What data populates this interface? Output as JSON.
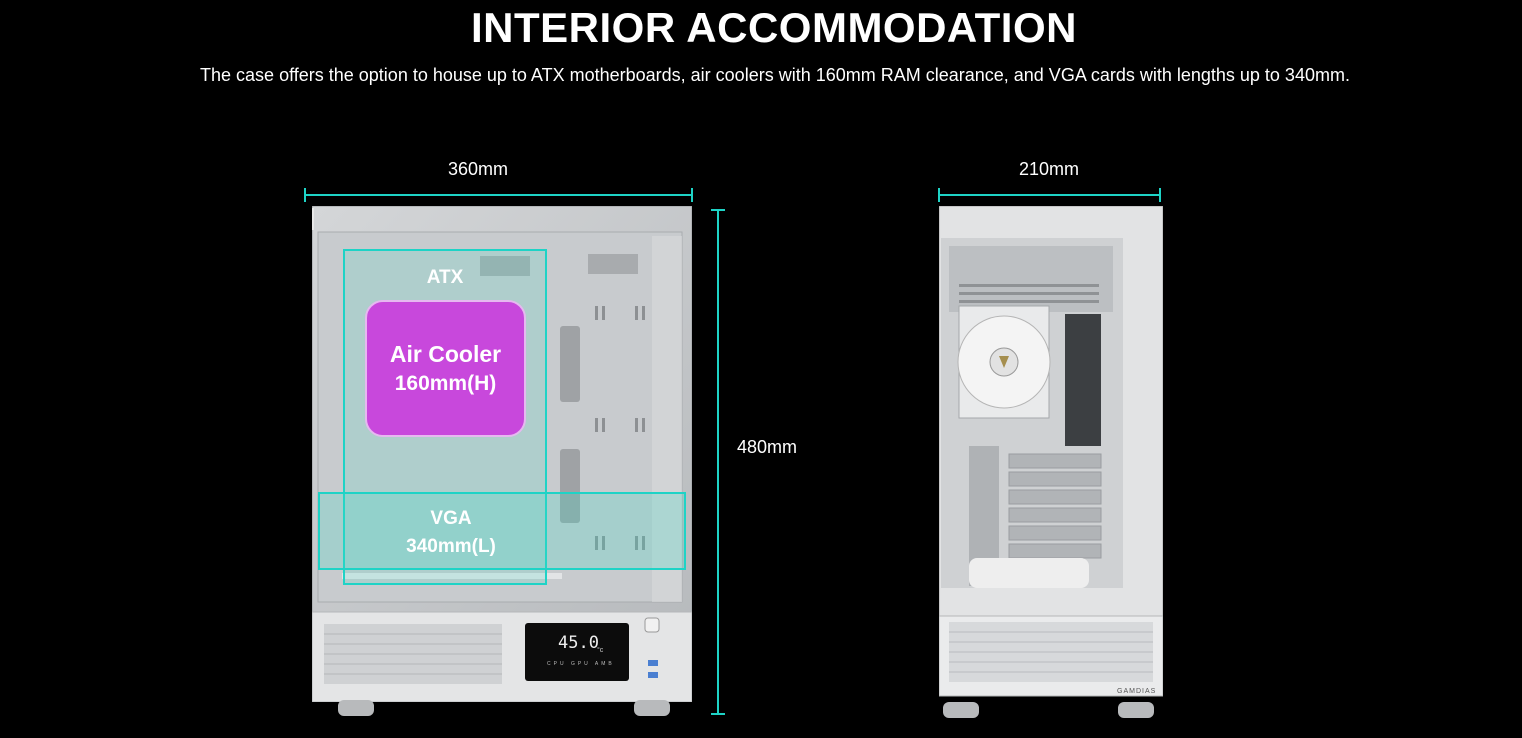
{
  "header": {
    "title": "INTERIOR ACCOMMODATION",
    "subtitle": "The case offers the option to house up to ATX motherboards, air coolers with 160mm RAM clearance, and VGA cards with lengths up to 340mm."
  },
  "side_view": {
    "width_label": "360mm",
    "height_label": "480mm",
    "atx_label": "ATX",
    "cooler_label": "Air Cooler",
    "cooler_height": "160mm(H)",
    "vga_label": "VGA",
    "vga_length": "340mm(L)",
    "lcd_temp": "45.0",
    "lcd_unit": "°c",
    "lcd_labels": "CPU GPU AMB"
  },
  "front_view": {
    "width_label": "210mm",
    "brand": "GAMDIAS"
  },
  "colors": {
    "background": "#000000",
    "accent": "#1ed3c6",
    "cooler": "#c848dc"
  }
}
